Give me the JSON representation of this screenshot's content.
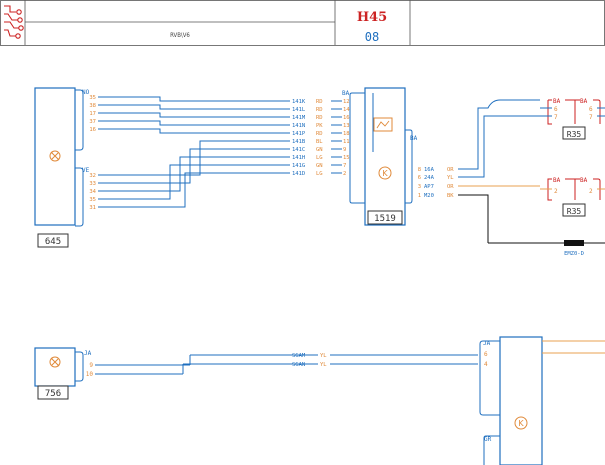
{
  "header": {
    "center_text": "RVB\\V6",
    "page_code": "H45",
    "page_num": "08"
  },
  "colors": {
    "blue": "#1f6fbf",
    "orange": "#e8a050",
    "red": "#cc2222",
    "black": "#111111"
  },
  "components": {
    "c645": {
      "id": "645",
      "connector_top": "NO",
      "connector_bottom": "VE",
      "pins_top": [
        "35",
        "38",
        "17",
        "37",
        "16"
      ],
      "pins_bottom": [
        "32",
        "33",
        "34",
        "35",
        "31"
      ]
    },
    "c1519": {
      "id": "1519",
      "connector_left": "BA",
      "connector_right": "BA",
      "pins_left": [
        "12",
        "14",
        "16",
        "13",
        "18",
        "11",
        "9",
        "15",
        "7",
        "2"
      ],
      "pins_right": [
        "8",
        "6",
        "3",
        "1"
      ]
    },
    "c756": {
      "id": "756",
      "connector": "JA",
      "pins": [
        "9",
        "10"
      ]
    },
    "r35_top": {
      "id": "R35",
      "left_conn": "BA",
      "right_conn": "BA",
      "pins_left": [
        "6",
        "7"
      ],
      "pins_right": [
        "6",
        "7"
      ]
    },
    "r35_bot": {
      "id": "R35",
      "left_conn": "BA",
      "right_conn": "BA",
      "pins_left": [
        "2"
      ],
      "pins_right": [
        "2"
      ]
    },
    "bottom_right": {
      "connector_top": "JA",
      "pins_top": [
        "6",
        "4"
      ],
      "connector_bottom": "GR"
    }
  },
  "wires_left": [
    {
      "code": "141K",
      "color": "RD"
    },
    {
      "code": "141L",
      "color": "RD"
    },
    {
      "code": "141M",
      "color": "RD"
    },
    {
      "code": "141N",
      "color": "PK"
    },
    {
      "code": "141P",
      "color": "RD"
    },
    {
      "code": "141B",
      "color": "BL"
    },
    {
      "code": "141C",
      "color": "GN"
    },
    {
      "code": "141H",
      "color": "LG"
    },
    {
      "code": "141G",
      "color": "GN"
    },
    {
      "code": "141D",
      "color": "LG"
    }
  ],
  "wires_right": [
    {
      "code": "16A",
      "color": "OR"
    },
    {
      "code": "24A",
      "color": "YL"
    },
    {
      "code": "AP7",
      "color": "OR"
    },
    {
      "code": "M20",
      "color": "BK"
    }
  ],
  "wires_bottom": [
    {
      "code": "SGAM",
      "color": "YL"
    },
    {
      "code": "SGAN",
      "color": "YL"
    }
  ],
  "ground_label": "EMZ0-D"
}
